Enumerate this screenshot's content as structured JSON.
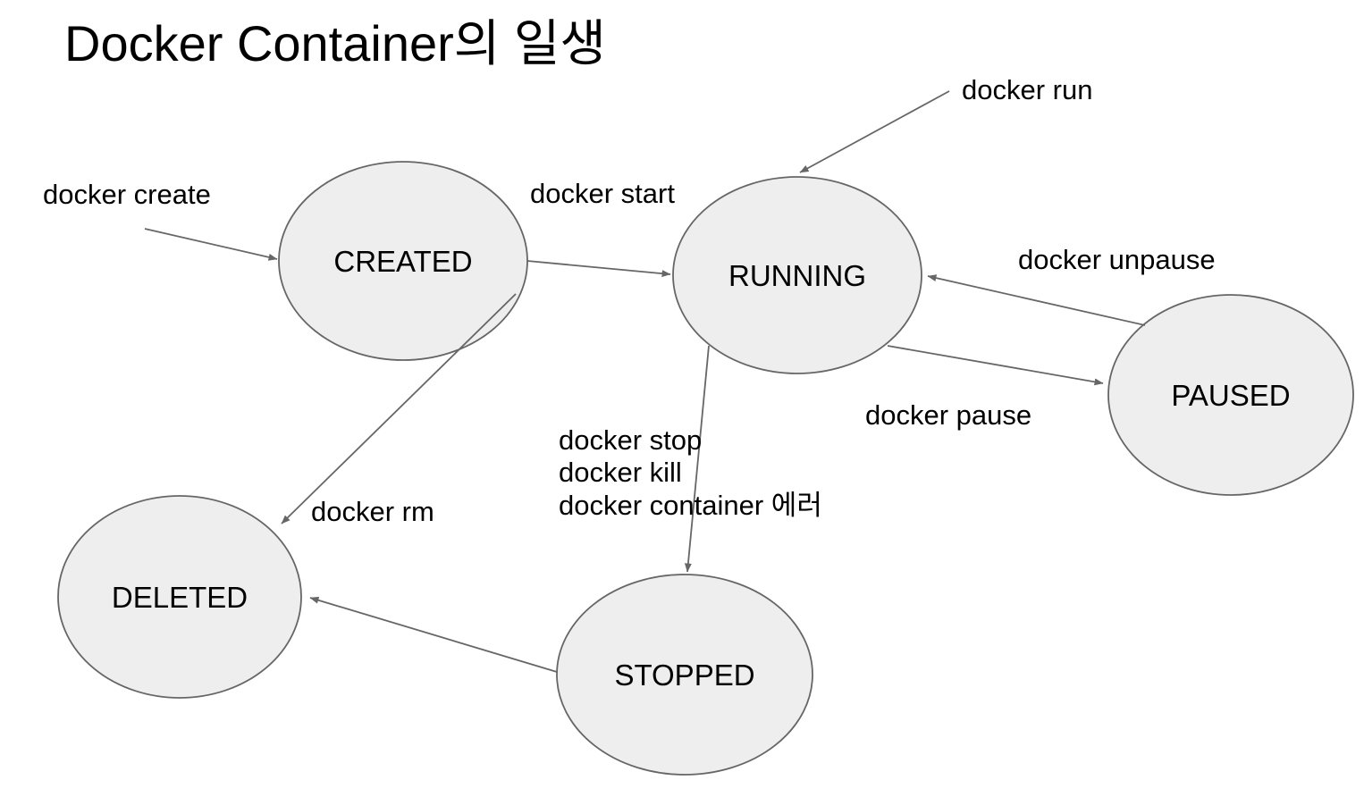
{
  "title": "Docker Container의 일생",
  "nodes": {
    "created": "CREATED",
    "running": "RUNNING",
    "paused": "PAUSED",
    "deleted": "DELETED",
    "stopped": "STOPPED"
  },
  "labels": {
    "create": "docker create",
    "start": "docker start",
    "run": "docker run",
    "unpause": "docker unpause",
    "pause": "docker pause",
    "stop1": "docker stop",
    "stop2": "docker kill",
    "stop3": "docker container 에러",
    "rm": "docker rm"
  },
  "edges": [
    {
      "from": "start-external",
      "to": "CREATED",
      "label": "docker create"
    },
    {
      "from": "CREATED",
      "to": "RUNNING",
      "label": "docker start"
    },
    {
      "from": "start-external",
      "to": "RUNNING",
      "label": "docker run"
    },
    {
      "from": "PAUSED",
      "to": "RUNNING",
      "label": "docker unpause"
    },
    {
      "from": "RUNNING",
      "to": "PAUSED",
      "label": "docker pause"
    },
    {
      "from": "RUNNING",
      "to": "STOPPED",
      "label": "docker stop / docker kill / docker container 에러"
    },
    {
      "from": "CREATED",
      "to": "DELETED",
      "label": "docker rm"
    },
    {
      "from": "STOPPED",
      "to": "DELETED",
      "label": ""
    }
  ],
  "colors": {
    "background": "#ffffff",
    "node_fill": "#eeeeee",
    "node_stroke": "#666666",
    "edge": "#666666",
    "text": "#000000"
  }
}
